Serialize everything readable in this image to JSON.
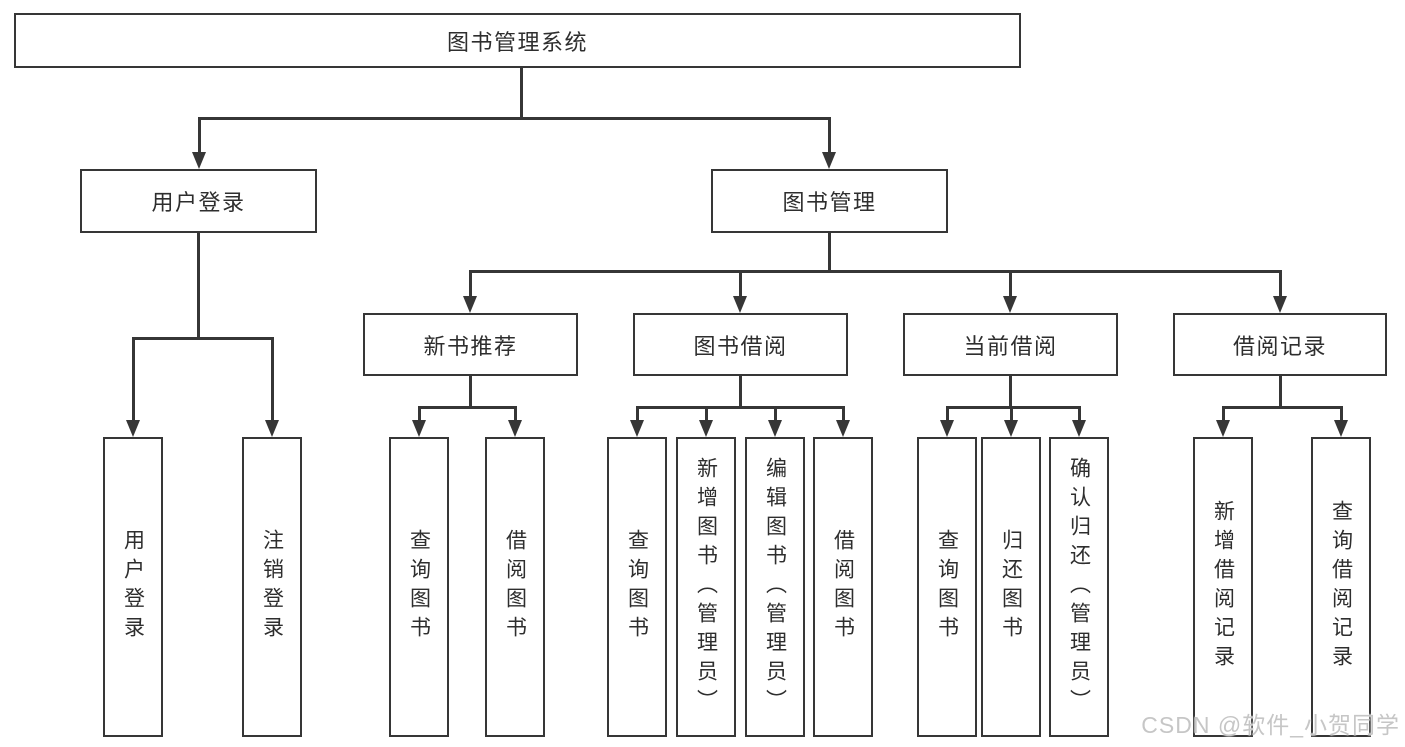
{
  "page": {
    "watermark": "CSDN @软件_小贺同学"
  },
  "colors": {
    "line": "#363636",
    "text": "#2e2e2e",
    "background": "#ffffff",
    "watermark": "#c6c6c6"
  },
  "tree": {
    "root": {
      "label": "图书管理系统"
    },
    "level2": [
      {
        "label": "用户登录",
        "parent": "图书管理系统"
      },
      {
        "label": "图书管理",
        "parent": "图书管理系统"
      }
    ],
    "level3": [
      {
        "label": "新书推荐",
        "parent": "图书管理"
      },
      {
        "label": "图书借阅",
        "parent": "图书管理"
      },
      {
        "label": "当前借阅",
        "parent": "图书管理"
      },
      {
        "label": "借阅记录",
        "parent": "图书管理"
      }
    ],
    "leaves": [
      {
        "label": "用户登录",
        "parent": "用户登录"
      },
      {
        "label": "注销登录",
        "parent": "用户登录"
      },
      {
        "label": "查询图书",
        "parent": "新书推荐"
      },
      {
        "label": "借阅图书",
        "parent": "新书推荐"
      },
      {
        "label": "查询图书",
        "parent": "图书借阅"
      },
      {
        "label": "新增图书（管理员）",
        "parent": "图书借阅"
      },
      {
        "label": "编辑图书（管理员）",
        "parent": "图书借阅"
      },
      {
        "label": "借阅图书",
        "parent": "图书借阅"
      },
      {
        "label": "查询图书",
        "parent": "当前借阅"
      },
      {
        "label": "归还图书",
        "parent": "当前借阅"
      },
      {
        "label": "确认归还（管理员）",
        "parent": "当前借阅"
      },
      {
        "label": "新增借阅记录",
        "parent": "借阅记录"
      },
      {
        "label": "查询借阅记录",
        "parent": "借阅记录"
      }
    ]
  }
}
